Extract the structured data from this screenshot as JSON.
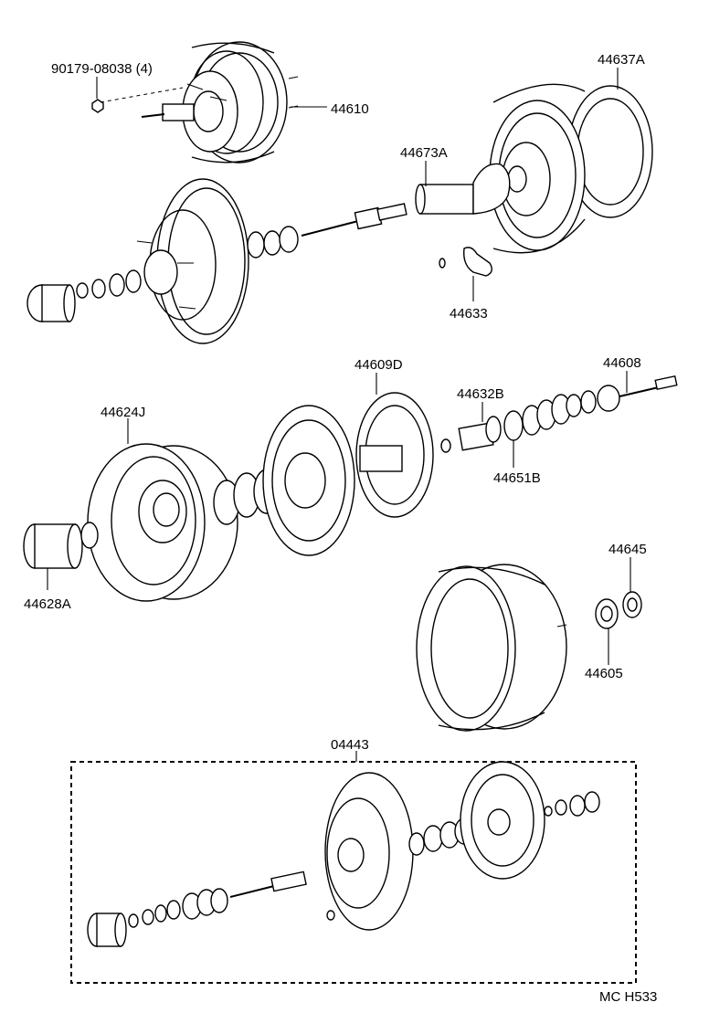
{
  "labels": {
    "bolt": "90179-08038 (4)",
    "booster_assy": "44610",
    "rear_shell_ref": "44637A",
    "piston_rod_body": "44673A",
    "key_clip": "44633",
    "front_shell_ref": "44609D",
    "valve_body_seal": "44632B",
    "push_rod": "44608",
    "rear_shell": "44624J",
    "retainer": "44651B",
    "boot": "44628A",
    "washer": "44645",
    "seal": "44605",
    "repair_kit": "04443",
    "diagram_code": "MC  H533"
  }
}
